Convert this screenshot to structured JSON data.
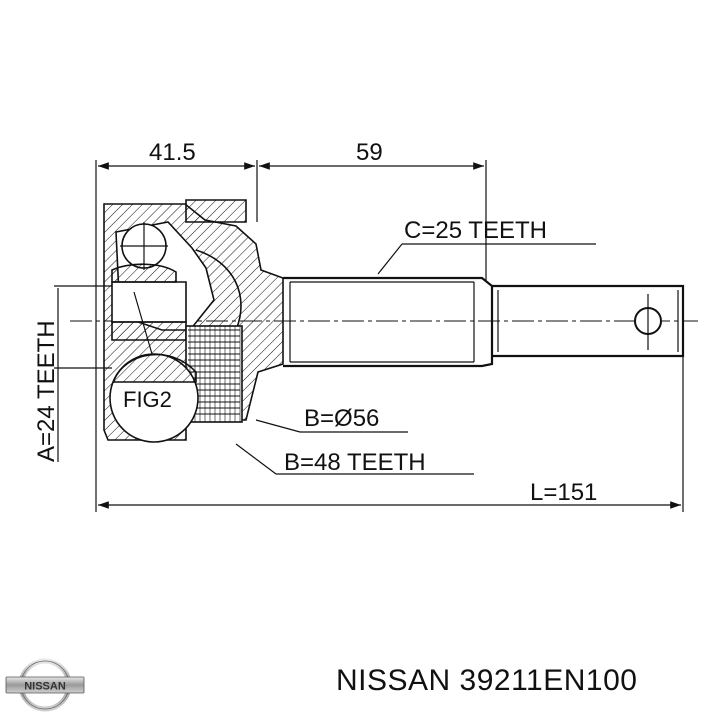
{
  "drawing": {
    "dimensions": {
      "left_length": "41.5",
      "right_length": "59",
      "total_length": "L=151"
    },
    "callouts": {
      "shaft_spline": "C=25 TEETH",
      "inner_spline": "A=24 TEETH",
      "abs_ring_diameter": "B=Ø56",
      "abs_ring_teeth": "B=48 TEETH",
      "figure_ref": "FIG2"
    }
  },
  "caption": {
    "brand": "NISSAN",
    "part_number": "39211EN100"
  },
  "logo": {
    "text": "NISSAN",
    "icon": "nissan-logo-icon"
  }
}
